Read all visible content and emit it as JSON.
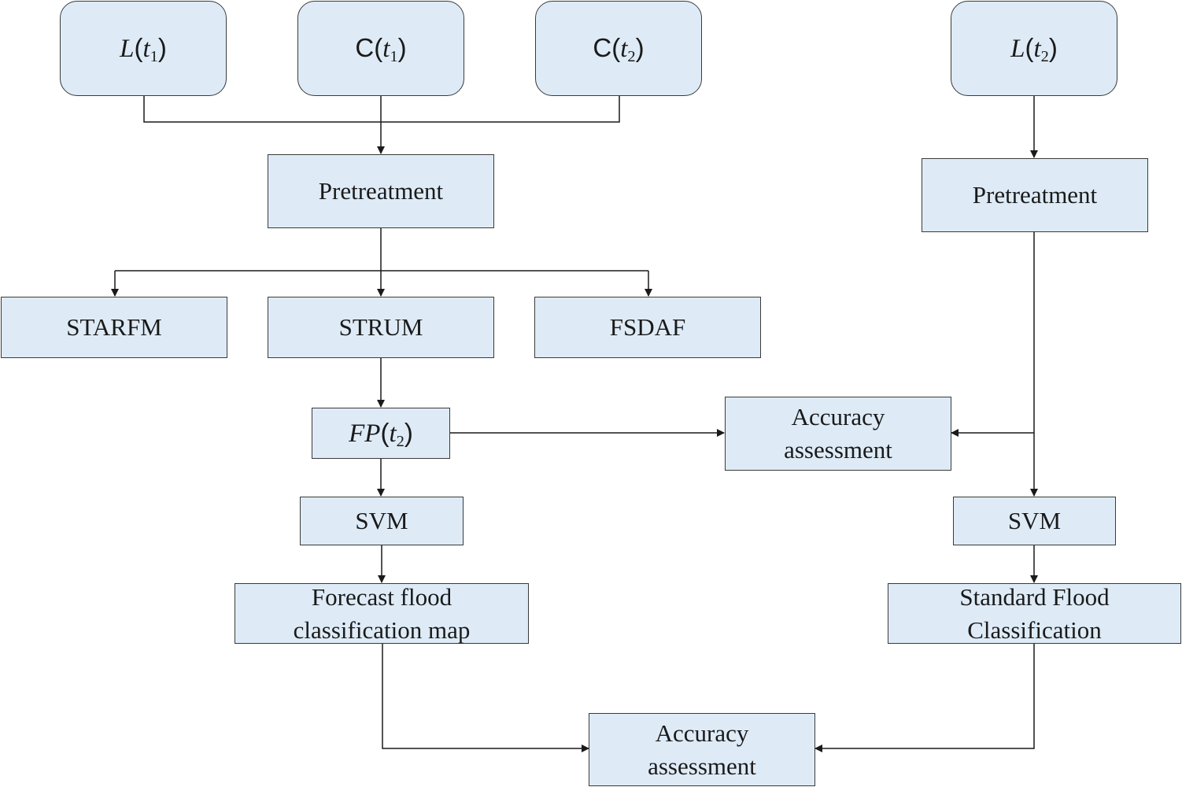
{
  "inputs": {
    "l_t1": {
      "func": "L",
      "var": "t",
      "sub": "1"
    },
    "c_t1": {
      "func": "C",
      "var": "t",
      "sub": "1"
    },
    "c_t2": {
      "func": "C",
      "var": "t",
      "sub": "2"
    },
    "l_t2": {
      "func": "L",
      "var": "t",
      "sub": "2"
    }
  },
  "left_branch": {
    "pretreatment": "Pretreatment",
    "models": [
      "STARFM",
      "STRUM",
      "FSDAF"
    ],
    "fp_t2": {
      "func": "FP",
      "var": "t",
      "sub": "2"
    },
    "svm": "SVM",
    "forecast_map": [
      "Forecast flood",
      "classification map"
    ]
  },
  "right_branch": {
    "pretreatment": "Pretreatment",
    "svm": "SVM",
    "standard": [
      "Standard Flood",
      "Classification"
    ]
  },
  "accuracy_mid": [
    "Accuracy",
    "assessment"
  ],
  "accuracy_bottom": [
    "Accuracy",
    "assessment"
  ],
  "colors": {
    "box_fill": "#deebf7",
    "box_border": "#3a3a3a",
    "wire": "#1a1a1a"
  }
}
